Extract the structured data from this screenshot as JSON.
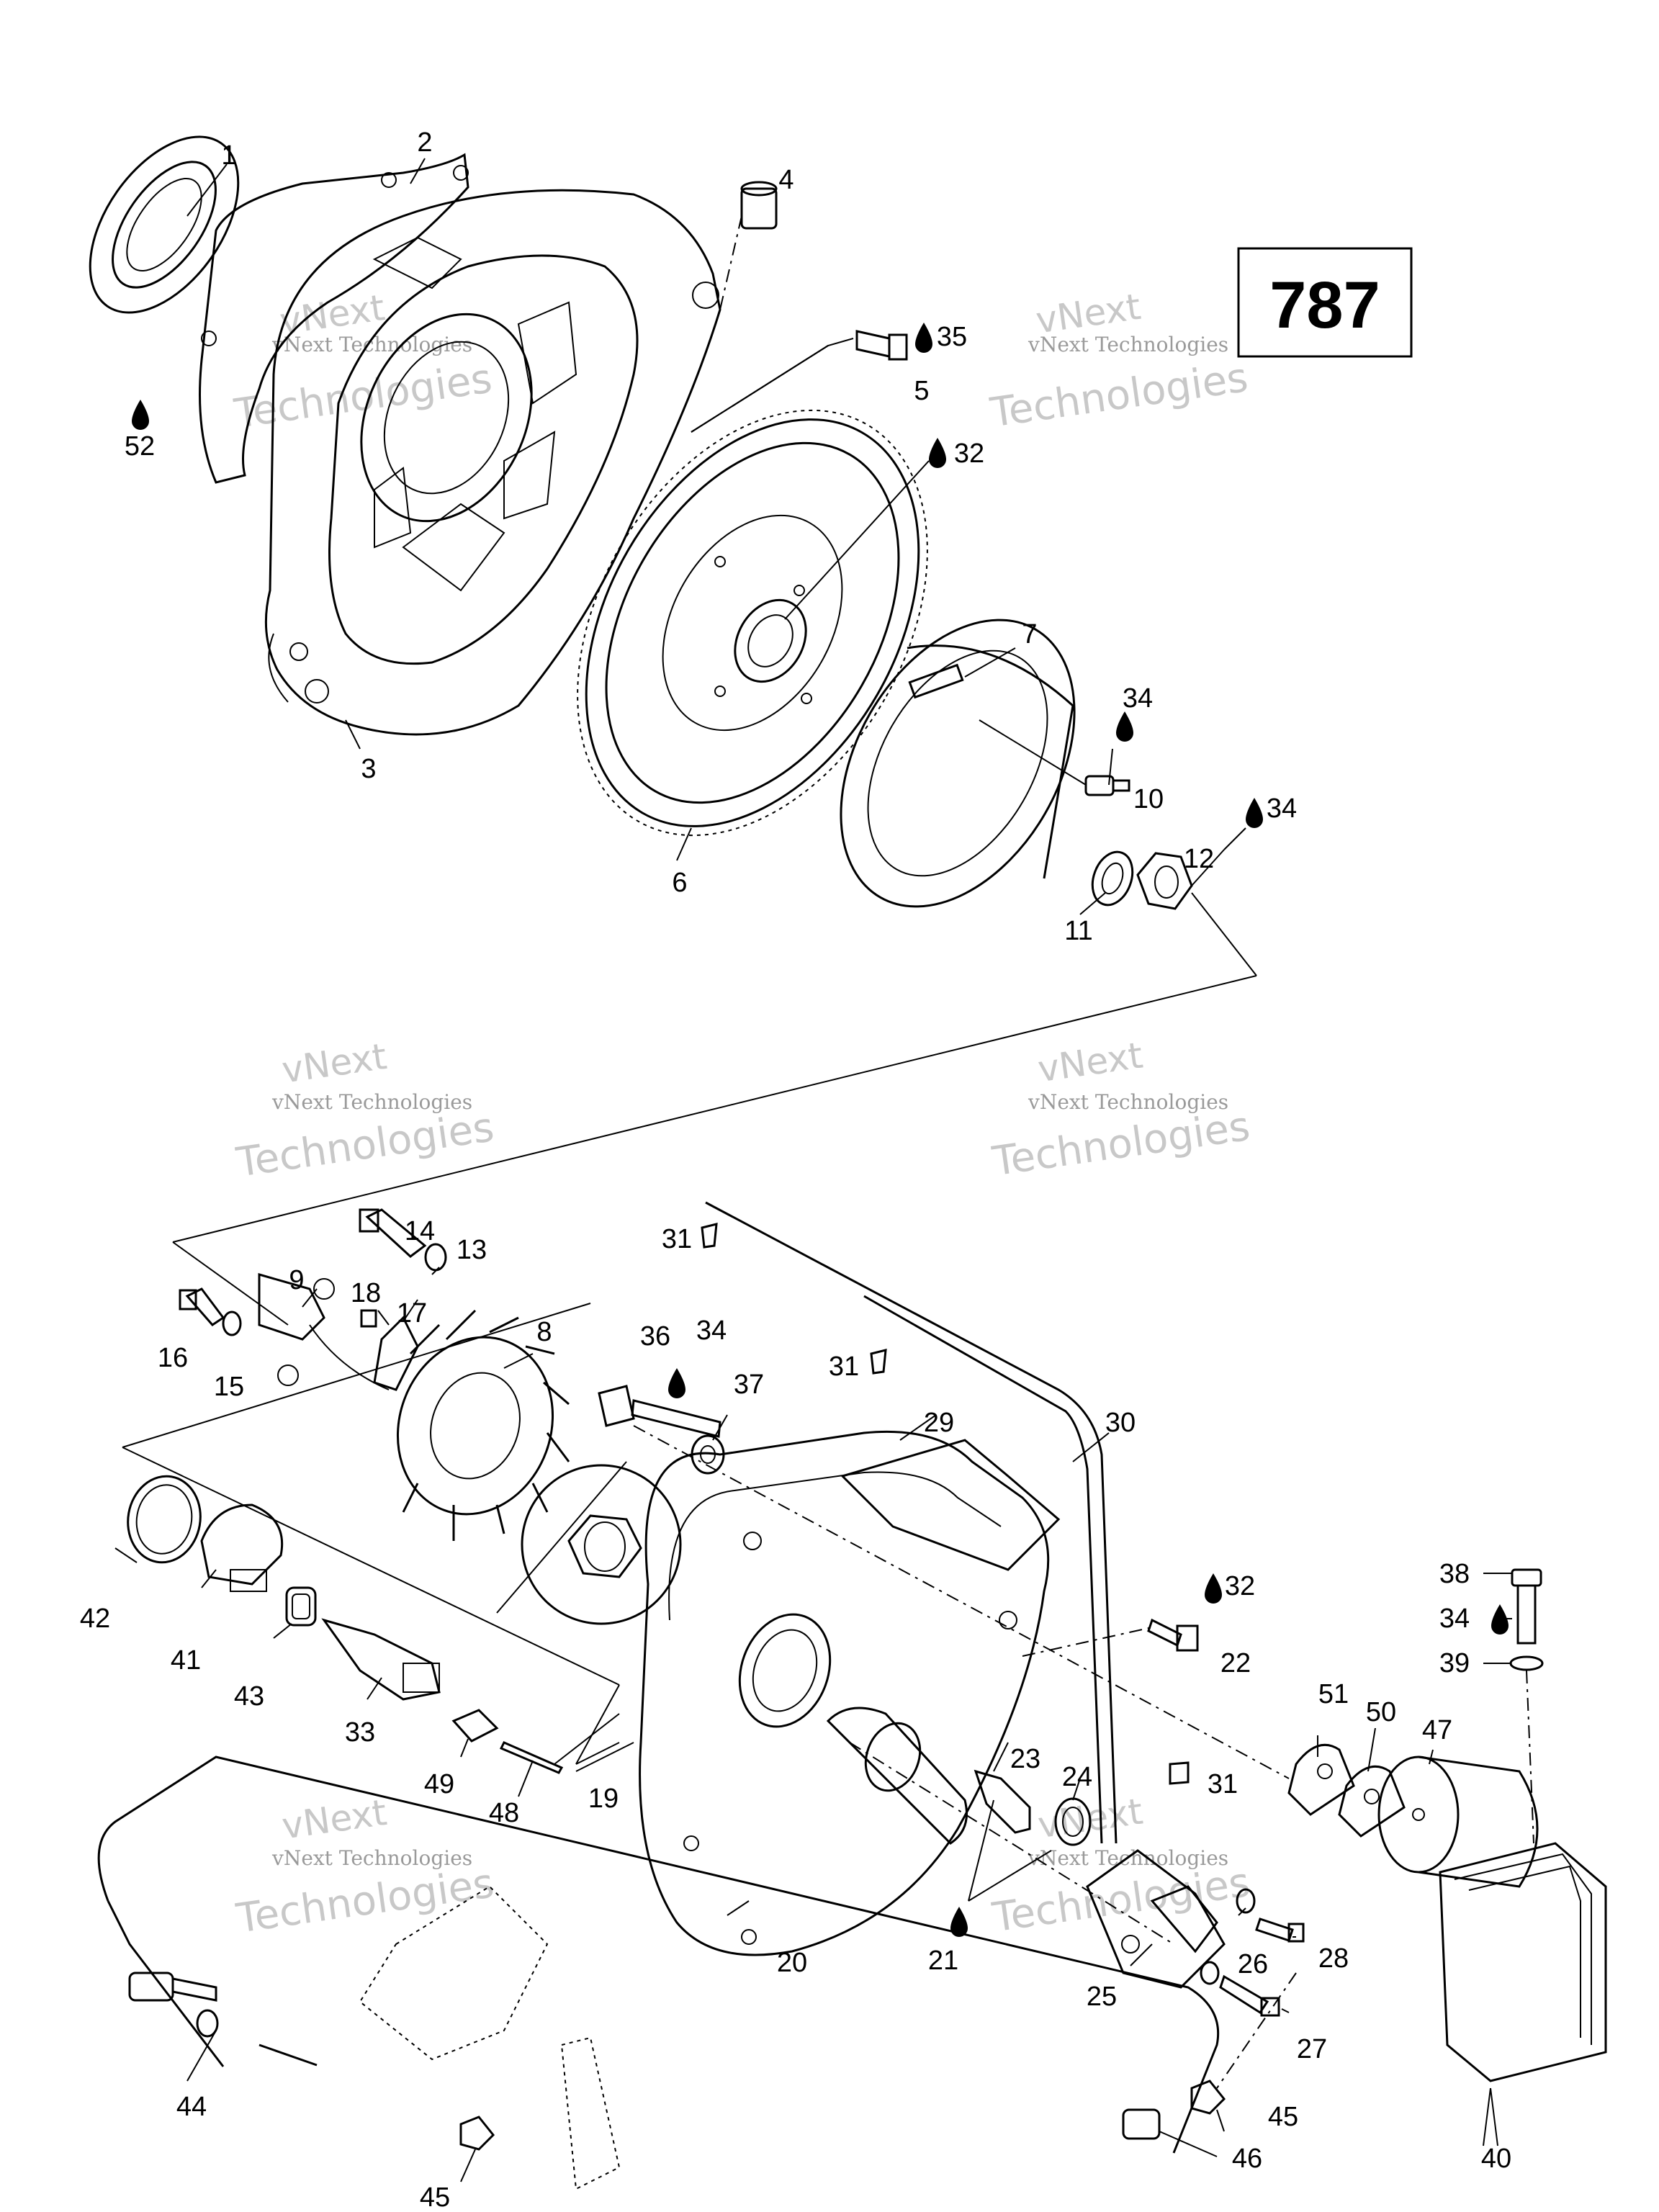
{
  "diagram_number": "787",
  "watermark": {
    "line1": "vNext",
    "line2": "vNext Technologies",
    "line3": "Technologies"
  },
  "callouts": [
    {
      "num": "1"
    },
    {
      "num": "2"
    },
    {
      "num": "3"
    },
    {
      "num": "4"
    },
    {
      "num": "5"
    },
    {
      "num": "6"
    },
    {
      "num": "7"
    },
    {
      "num": "8"
    },
    {
      "num": "9"
    },
    {
      "num": "10"
    },
    {
      "num": "11"
    },
    {
      "num": "12"
    },
    {
      "num": "13"
    },
    {
      "num": "14"
    },
    {
      "num": "15"
    },
    {
      "num": "16"
    },
    {
      "num": "17"
    },
    {
      "num": "18"
    },
    {
      "num": "19"
    },
    {
      "num": "20"
    },
    {
      "num": "21"
    },
    {
      "num": "22"
    },
    {
      "num": "23"
    },
    {
      "num": "24"
    },
    {
      "num": "25"
    },
    {
      "num": "26"
    },
    {
      "num": "27"
    },
    {
      "num": "28"
    },
    {
      "num": "29"
    },
    {
      "num": "30"
    },
    {
      "num": "31"
    },
    {
      "num": "31"
    },
    {
      "num": "31"
    },
    {
      "num": "32"
    },
    {
      "num": "32"
    },
    {
      "num": "33"
    },
    {
      "num": "34"
    },
    {
      "num": "34"
    },
    {
      "num": "34"
    },
    {
      "num": "34"
    },
    {
      "num": "35"
    },
    {
      "num": "36"
    },
    {
      "num": "37"
    },
    {
      "num": "38"
    },
    {
      "num": "39"
    },
    {
      "num": "40"
    },
    {
      "num": "41"
    },
    {
      "num": "42"
    },
    {
      "num": "43"
    },
    {
      "num": "44"
    },
    {
      "num": "45"
    },
    {
      "num": "45"
    },
    {
      "num": "46"
    },
    {
      "num": "47"
    },
    {
      "num": "48"
    },
    {
      "num": "49"
    },
    {
      "num": "50"
    },
    {
      "num": "51"
    },
    {
      "num": "52"
    }
  ],
  "icons": {
    "lubricant": "oil-drop-icon"
  }
}
